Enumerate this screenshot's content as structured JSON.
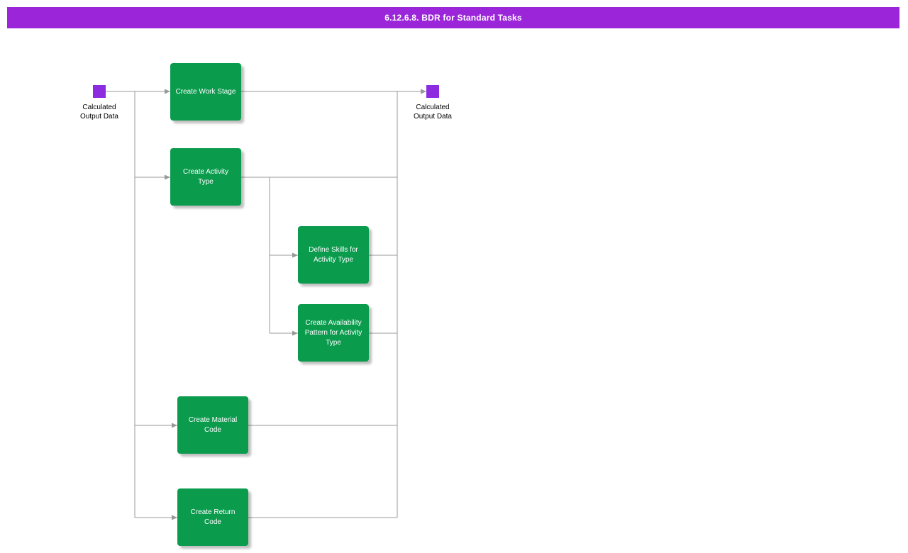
{
  "title": "6.12.6.8. BDR for Standard Tasks",
  "colors": {
    "title_bar": "#9b26d9",
    "task_fill": "#0a9b4d",
    "event_fill": "#8d2be0",
    "connector": "#999999",
    "task_text": "#ffffff",
    "label_text": "#000000"
  },
  "events": {
    "start": {
      "label": "Calculated Output Data"
    },
    "end": {
      "label": "Calculated Output Data"
    }
  },
  "tasks": [
    {
      "label": "Create Work Stage"
    },
    {
      "label": "Create Activity Type"
    },
    {
      "label": "Define Skills for Activity Type"
    },
    {
      "label": "Create Availability Pattern for Activity Type"
    },
    {
      "label": "Create Material Code"
    },
    {
      "label": "Create Return Code"
    }
  ]
}
